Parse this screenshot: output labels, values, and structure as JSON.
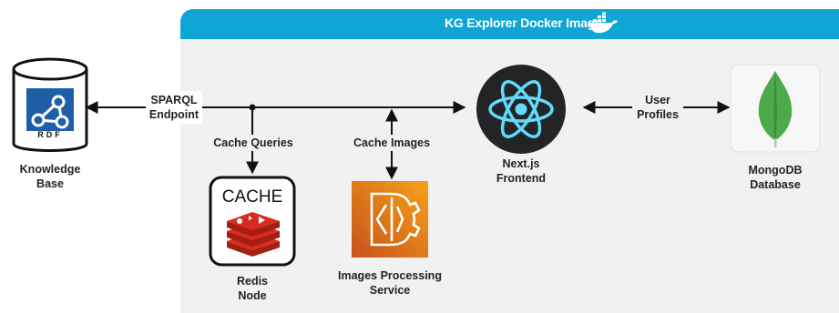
{
  "container": {
    "title": "KG Explorer Docker Image",
    "header_color": "#0fa6d6",
    "icon": "docker-whale-icon"
  },
  "nodes": {
    "knowledge_base": {
      "line1": "Knowledge",
      "line2": "Base",
      "badge": "RDF",
      "icon": "rdf-database-icon"
    },
    "redis": {
      "line1": "Redis",
      "line2": "Node",
      "box_label": "CACHE",
      "icon": "redis-icon"
    },
    "images": {
      "line1": "Images Processing",
      "line2": "Service",
      "icon": "image-processing-icon"
    },
    "nextjs": {
      "line1": "Next.js",
      "line2": "Frontend",
      "icon": "react-icon"
    },
    "mongodb": {
      "line1": "MongoDB",
      "line2": "Database",
      "icon": "mongodb-leaf-icon"
    }
  },
  "edges": {
    "sparql": {
      "line1": "SPARQL",
      "line2": "Endpoint"
    },
    "cache_queries": {
      "label": "Cache Queries"
    },
    "cache_images": {
      "label": "Cache Images"
    },
    "user_profiles": {
      "line1": "User",
      "line2": "Profiles"
    }
  },
  "colors": {
    "redis": "#d82c20",
    "aws_orange": "#f08a1c",
    "react": "#61dafb",
    "mongo_green": "#4ea94b",
    "rdf_blue": "#1f5fa8"
  }
}
